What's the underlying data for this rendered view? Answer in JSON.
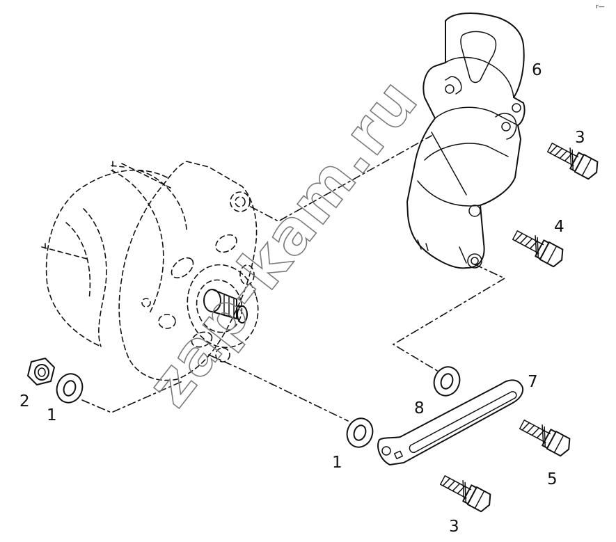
{
  "watermark": "zap-kam.ru",
  "corner_mark": "r—",
  "callouts": [
    {
      "id": "washer-left",
      "label": "1"
    },
    {
      "id": "washer-mid",
      "label": "1"
    },
    {
      "id": "nut",
      "label": "2"
    },
    {
      "id": "bolt-upper-right",
      "label": "3"
    },
    {
      "id": "bolt-bottom",
      "label": "3"
    },
    {
      "id": "bolt-middle",
      "label": "4"
    },
    {
      "id": "bolt-bar",
      "label": "5"
    },
    {
      "id": "bracket",
      "label": "6"
    },
    {
      "id": "adjusting-bar",
      "label": "7"
    },
    {
      "id": "washer-spacer",
      "label": "8"
    }
  ]
}
